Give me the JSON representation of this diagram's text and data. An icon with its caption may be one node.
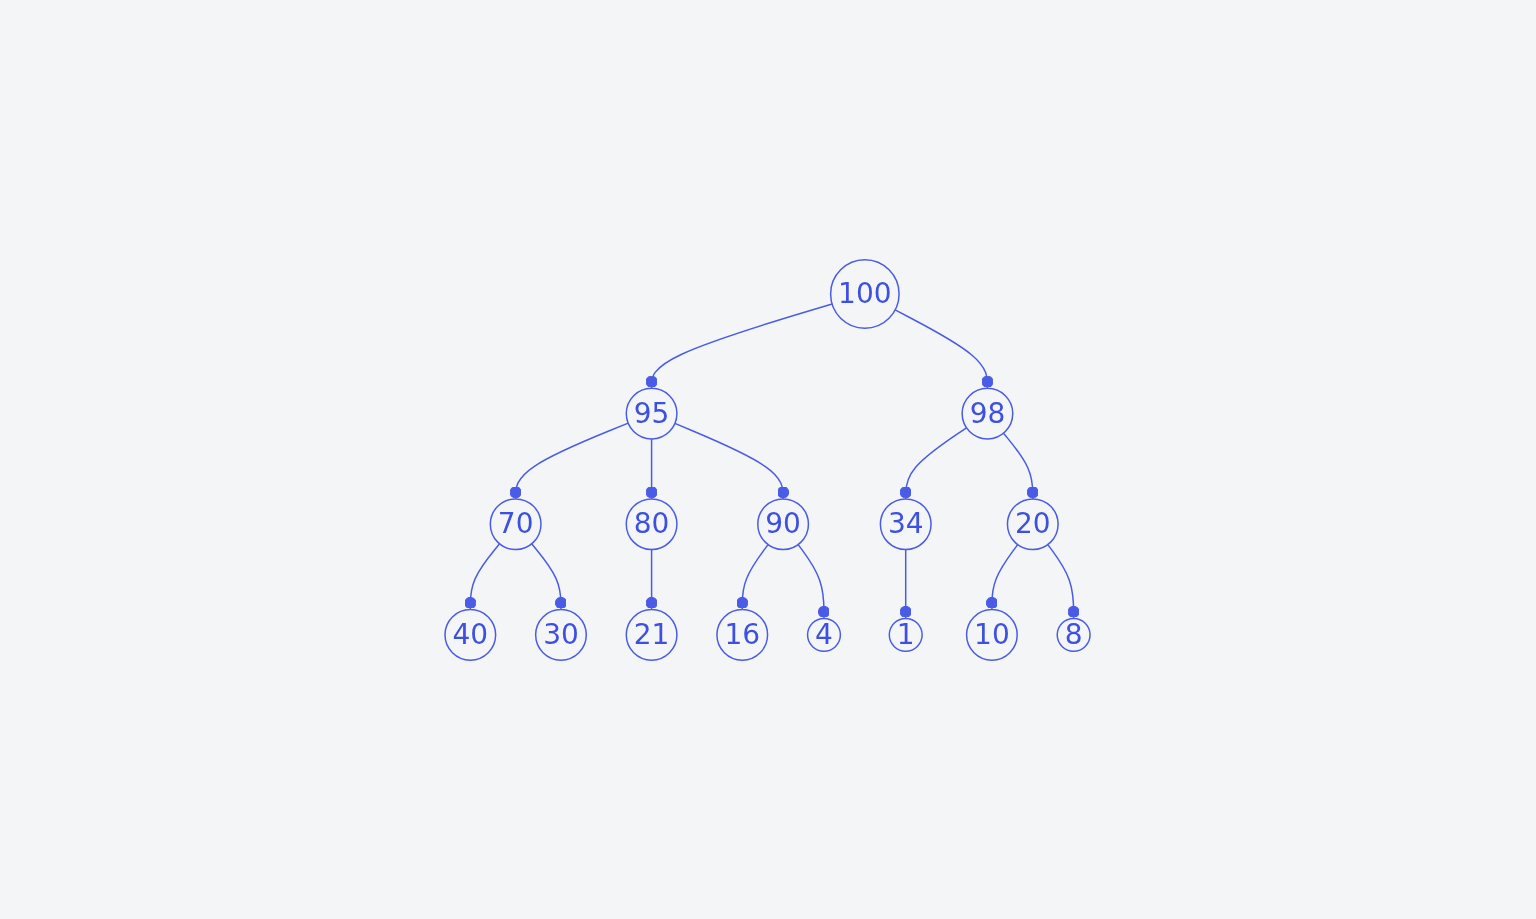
{
  "diagram": {
    "nodes": [
      {
        "text": [
          "100"
        ]
      },
      {
        "text": [
          "95"
        ]
      },
      {
        "text": [
          "98"
        ]
      },
      {
        "text": [
          "70"
        ]
      },
      {
        "text": [
          "80"
        ]
      },
      {
        "text": [
          "90"
        ]
      },
      {
        "text": [
          "34"
        ]
      },
      {
        "text": [
          "20"
        ]
      },
      {
        "text": [
          "40"
        ]
      },
      {
        "text": [
          "30"
        ]
      },
      {
        "text": [
          "21"
        ]
      },
      {
        "text": [
          "16"
        ]
      },
      {
        "text": [
          "4"
        ]
      },
      {
        "text": [
          "1"
        ]
      },
      {
        "text": [
          "10"
        ]
      },
      {
        "text": [
          "8"
        ]
      }
    ],
    "edges": [
      {
        "from": 0,
        "to": 1,
        "arrow": "other"
      },
      {
        "from": 0,
        "to": 2,
        "arrow": "other"
      },
      {
        "from": 1,
        "to": 3,
        "arrow": "other"
      },
      {
        "from": 1,
        "to": 4,
        "arrow": "other"
      },
      {
        "from": 1,
        "to": 5,
        "arrow": "other"
      },
      {
        "from": 2,
        "to": 6,
        "arrow": "other"
      },
      {
        "from": 2,
        "to": 7,
        "arrow": "other"
      },
      {
        "from": 3,
        "to": 8,
        "arrow": "other"
      },
      {
        "from": 3,
        "to": 9,
        "arrow": "other"
      },
      {
        "from": 4,
        "to": 10,
        "arrow": "other"
      },
      {
        "from": 5,
        "to": 11,
        "arrow": "other"
      },
      {
        "from": 5,
        "to": 12,
        "arrow": "other"
      },
      {
        "from": 6,
        "to": 13,
        "arrow": "other"
      },
      {
        "from": 7,
        "to": 14,
        "arrow": "other"
      },
      {
        "from": 7,
        "to": 15,
        "arrow": "other"
      }
    ]
  }
}
